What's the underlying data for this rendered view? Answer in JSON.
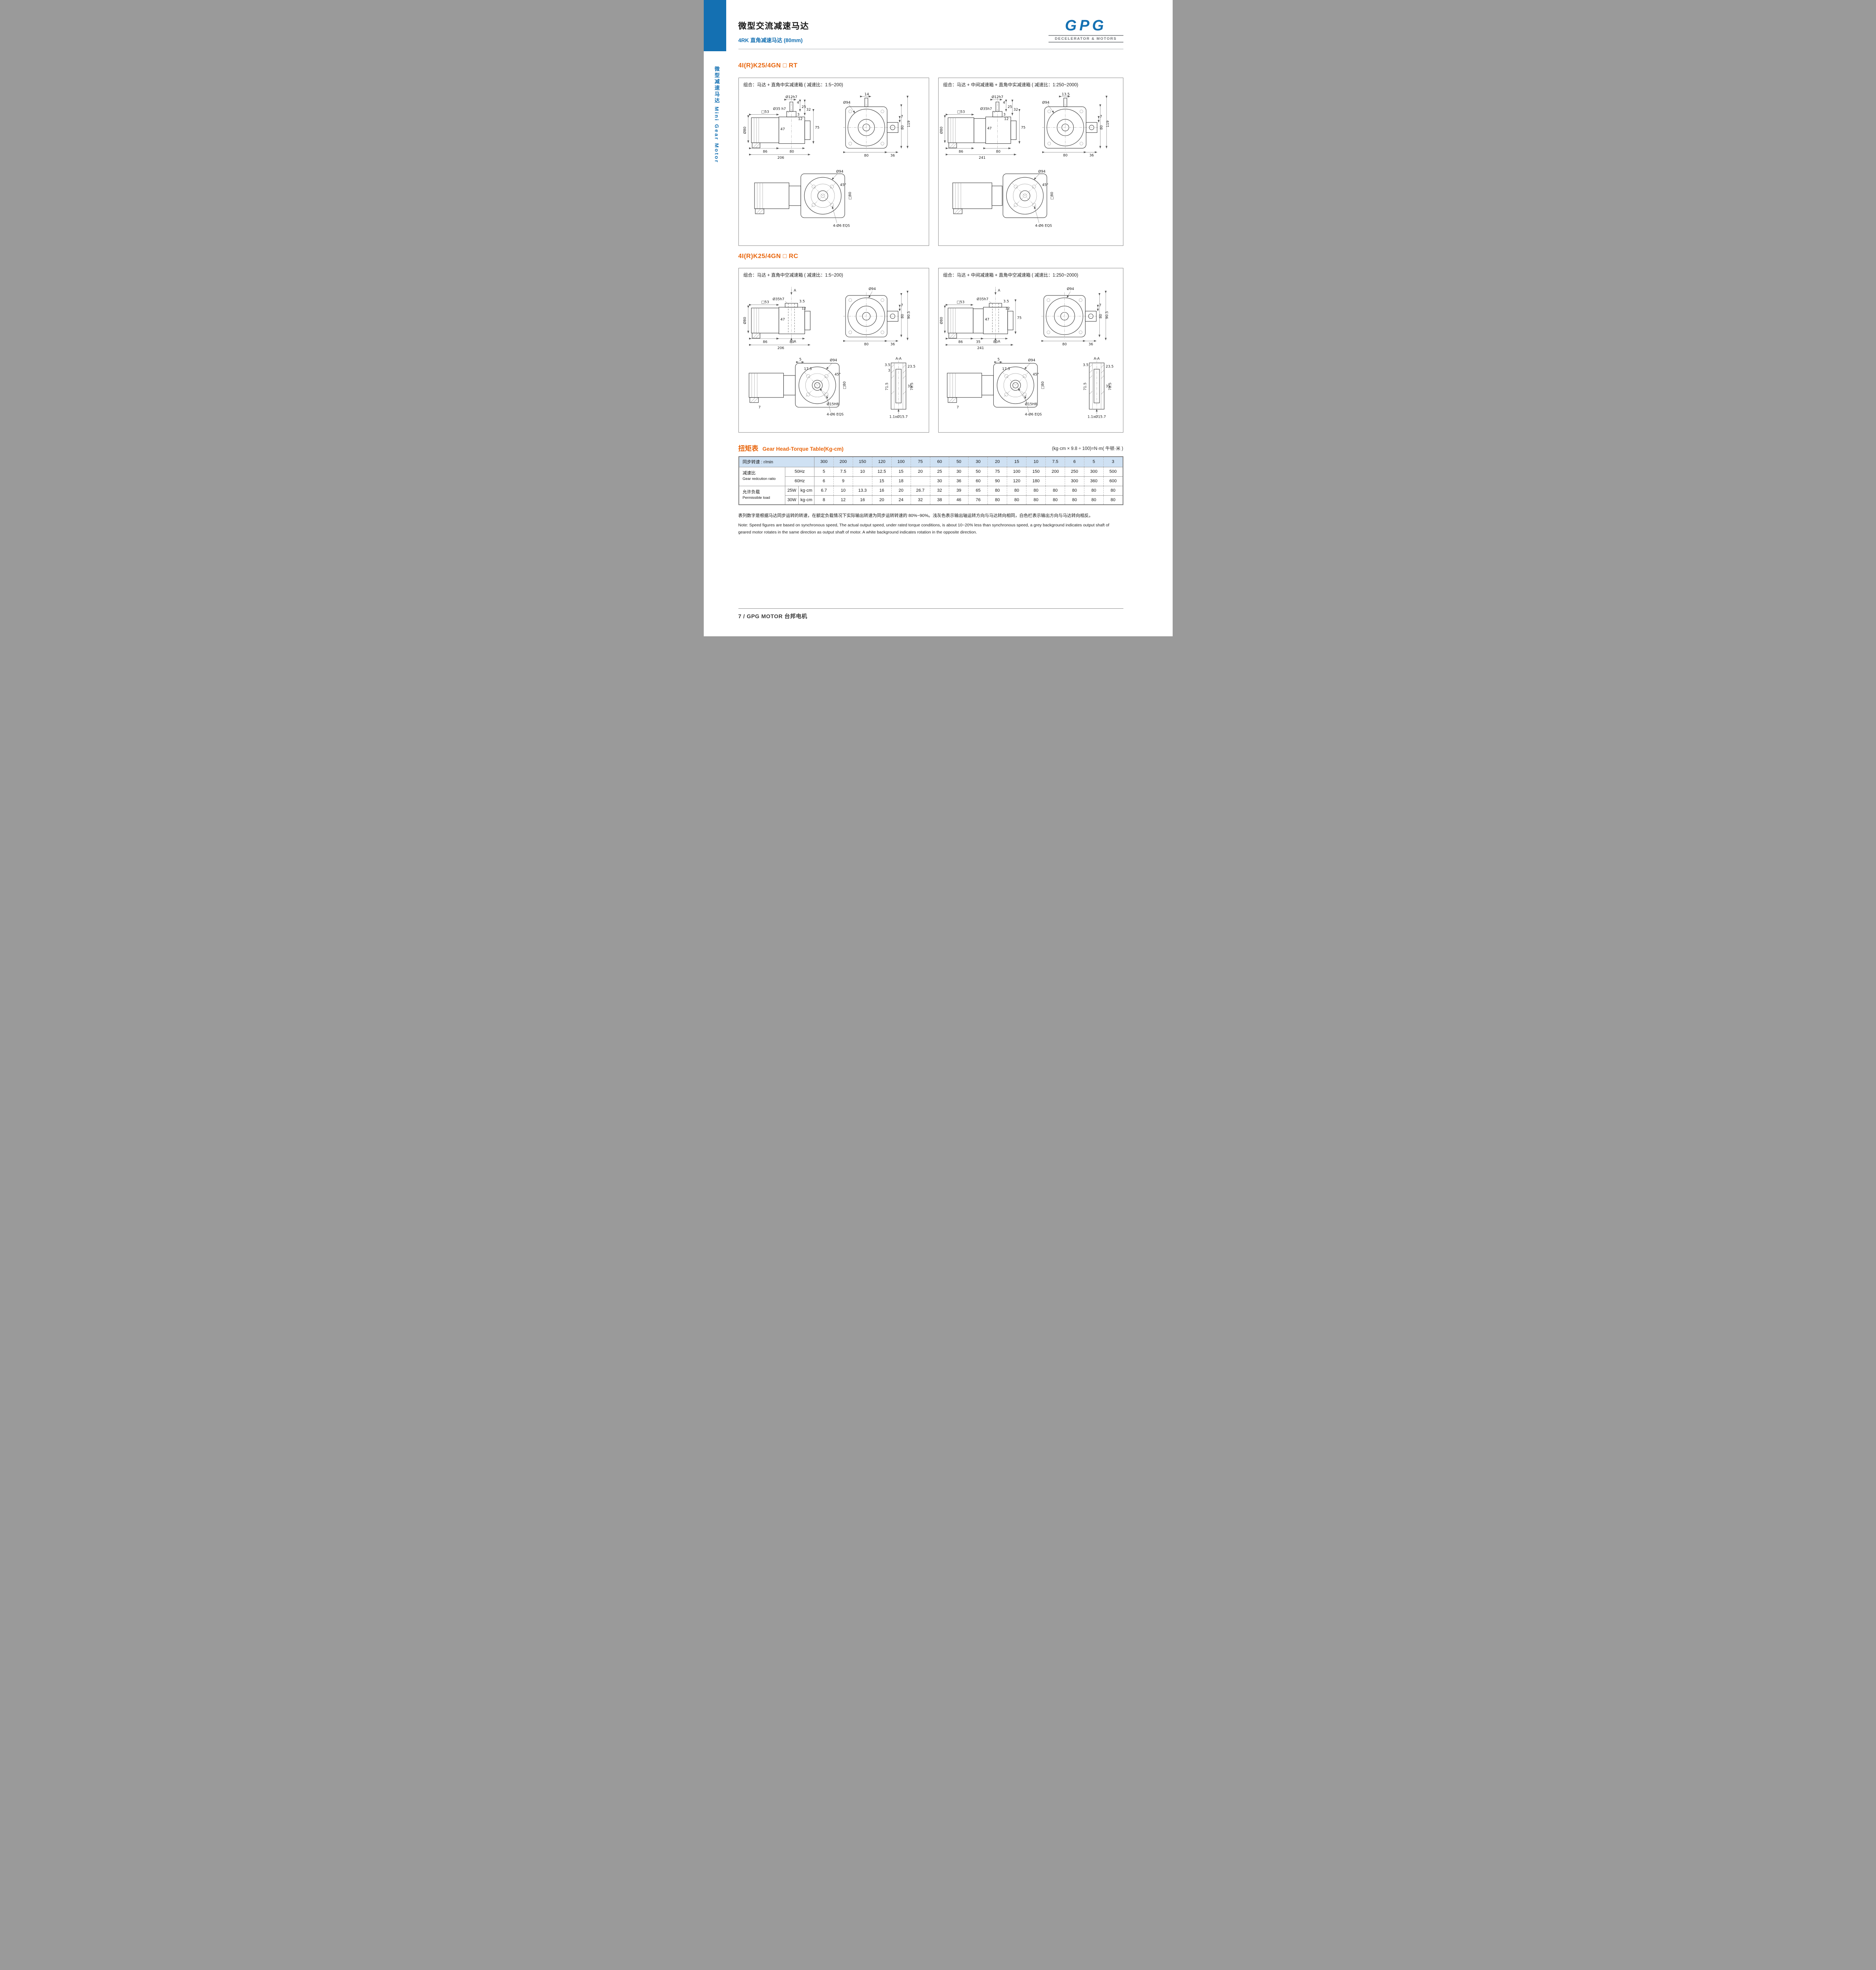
{
  "colors": {
    "accent_blue": "#1470b2",
    "heading_orange": "#e8650c",
    "table_header_bg": "#cfe1f3"
  },
  "header": {
    "title": "微型交流减速马达",
    "subtitle": "4RK 直角减速马达 (80mm)",
    "logo_brand": "GPG",
    "logo_tagline": "DECELERATOR & MOTORS"
  },
  "sidebar": {
    "label": "微型减速马达 Mini Gear Motor"
  },
  "sections": [
    {
      "heading": "4I(R)K25/4GN □ RT",
      "boxes": [
        {
          "caption": "组合：马达 + 直角中实减速箱 ( 减速比：1:5~200)",
          "labels": {
            "shaft": "Ø12h7",
            "key": "4",
            "d25": "25",
            "d32": "32",
            "hub": "Ø35 h7",
            "d3": "3",
            "sq53": "□53",
            "d47": "47",
            "d75": "75",
            "d12": "12",
            "motor": "Ø80",
            "w_motor": "86",
            "w_gear": "80",
            "total": "206",
            "fv_shaft": "14",
            "fv_off": "7",
            "fv_dia": "Ø94",
            "fv_h80": "80",
            "fv_h119": "119",
            "fv_w80": "80",
            "fv_w36": "36",
            "bv_dia": "Ø94",
            "bv_ang": "45°",
            "bv_eqs": "4-Ø6 EQS",
            "bv_sq": "□80"
          }
        },
        {
          "caption": "组合：马达 + 中间减速箱 + 直角中实减速箱 ( 减速比：1:250~2000)",
          "labels": {
            "shaft": "Ø12h7",
            "key": "4",
            "d25": "25",
            "d32": "32",
            "hub": "Ø35h7",
            "d3": "3",
            "sq53": "□53",
            "d47": "47",
            "d75": "75",
            "d12": "12",
            "motor": "Ø80",
            "w_motor": "86",
            "w_gear": "80",
            "total": "241",
            "fv_shaft": "13.5",
            "fv_off": "7",
            "fv_dia": "Ø94",
            "fv_h80": "80",
            "fv_h119": "119",
            "fv_w80": "80",
            "fv_w36": "36",
            "bv_dia": "Ø94",
            "bv_ang": "45°",
            "bv_eqs": "4-Ø6 EQS",
            "bv_sq": "□80"
          }
        }
      ]
    },
    {
      "heading": "4I(R)K25/4GN □ RC",
      "boxes": [
        {
          "caption": "组合：马达 + 直角中空减速箱 ( 减速比：1:5~200)",
          "labels": {
            "secA": "A",
            "hub": "Ø35h7",
            "d35": "3.5",
            "sq53": "□53",
            "d47": "47",
            "d12": "12",
            "motor": "Ø80",
            "w_motor": "86",
            "w_gear": "80",
            "total": "206",
            "fv_dia": "Ø94",
            "fv_off": "7",
            "fv_h80": "80",
            "fv_h905": "90.5",
            "fv_w80": "80",
            "fv_w36": "36",
            "bv_dia": "Ø94",
            "bv_d5": "5",
            "bv_173": "17.3",
            "bv_sq": "□80",
            "bv_ang": "45°",
            "bv_hole": "Ø15H8",
            "bv_d7": "7",
            "bv_eqs": "4-Ø6 EQS",
            "aa_title": "A-A",
            "aa_35": "3.5",
            "aa_3": "3",
            "aa_235": "23.5",
            "aa_715": "71.5",
            "aa_35b": "35",
            "aa_785": "78.5",
            "aa_bore": "1.1xØ15.7"
          }
        },
        {
          "caption": "组合：马达 + 中间减速箱 + 直角中空减速箱 ( 减速比：1:250~2000)",
          "labels": {
            "secA": "A",
            "hub": "Ø35h7",
            "d35": "3.5",
            "sq53": "□53",
            "d47": "47",
            "d12": "12",
            "d75": "75",
            "motor": "Ø80",
            "w_motor": "86",
            "w_mid": "35",
            "w_gear": "80",
            "total": "241",
            "fv_dia": "Ø94",
            "fv_off": "7",
            "fv_h80": "80",
            "fv_h905": "90.5",
            "fv_w80": "80",
            "fv_w36": "36",
            "bv_dia": "Ø94",
            "bv_d5": "5",
            "bv_173": "17.3",
            "bv_sq": "□80",
            "bv_ang": "45°",
            "bv_hole": "Ø15H8",
            "bv_d7": "7",
            "bv_eqs": "4-Ø6 EQS",
            "aa_title": "A-A",
            "aa_35": "3.5",
            "aa_235": "23.5",
            "aa_715": "71.5",
            "aa_35b": "35",
            "aa_785": "78.5",
            "aa_bore": "1.1xØ15.7"
          }
        }
      ]
    }
  ],
  "torque": {
    "heading_cn": "扭矩表",
    "heading_en": "Gear Head-Torque Table(Kg-cm)",
    "unit_note": "(kg·cm × 9.8 ÷ 100)=N·m( 牛顿·米 )",
    "table": {
      "speed_label": "同步转速 : r/min",
      "speeds": [
        "300",
        "200",
        "150",
        "120",
        "100",
        "75",
        "60",
        "50",
        "30",
        "20",
        "15",
        "10",
        "7.5",
        "6",
        "5",
        "3"
      ],
      "ratio_label_cn": "减速比",
      "ratio_label_en": "Gear redcution ratio",
      "load_label_cn": "允许负载",
      "load_label_en": "Permissible load",
      "rows": [
        {
          "freq": "50Hz",
          "values": [
            "5",
            "7.5",
            "10",
            "12.5",
            "15",
            "20",
            "25",
            "30",
            "50",
            "75",
            "100",
            "150",
            "200",
            "250",
            "300",
            "500"
          ]
        },
        {
          "freq": "60Hz",
          "values": [
            "6",
            "9",
            "",
            "15",
            "18",
            "",
            "30",
            "36",
            "60",
            "90",
            "120",
            "180",
            "",
            "300",
            "360",
            "600"
          ]
        },
        {
          "power": "25W",
          "unit": "kg·cm",
          "values": [
            "6.7",
            "10",
            "13.3",
            "16",
            "20",
            "26.7",
            "32",
            "39",
            "65",
            "80",
            "80",
            "80",
            "80",
            "80",
            "80",
            "80"
          ]
        },
        {
          "power": "30W",
          "unit": "kg·cm",
          "values": [
            "8",
            "12",
            "16",
            "20",
            "24",
            "32",
            "38",
            "46",
            "76",
            "80",
            "80",
            "80",
            "80",
            "80",
            "80",
            "80"
          ]
        }
      ]
    },
    "note_cn": "表列数字是根据马达同步运转的转速，在额定负载情况下实际输出转速为同步运转转速的 80%~90%。浅灰色表示输出轴运转方向与马达转向相同，白色栏表示输出方向与马达转向相反。",
    "note_en": "Note: Speed figures are based on synchronous speed, The actual output speed, under rated torque conditions, is about 10~20% less than synchronous speed, a grey background indicates output shaft of geared motor rotates in the same direction as output shaft of motor. A white background indicates rotation in the opposite direction."
  },
  "footer": {
    "text": "7 / GPG MOTOR 台邦电机"
  }
}
